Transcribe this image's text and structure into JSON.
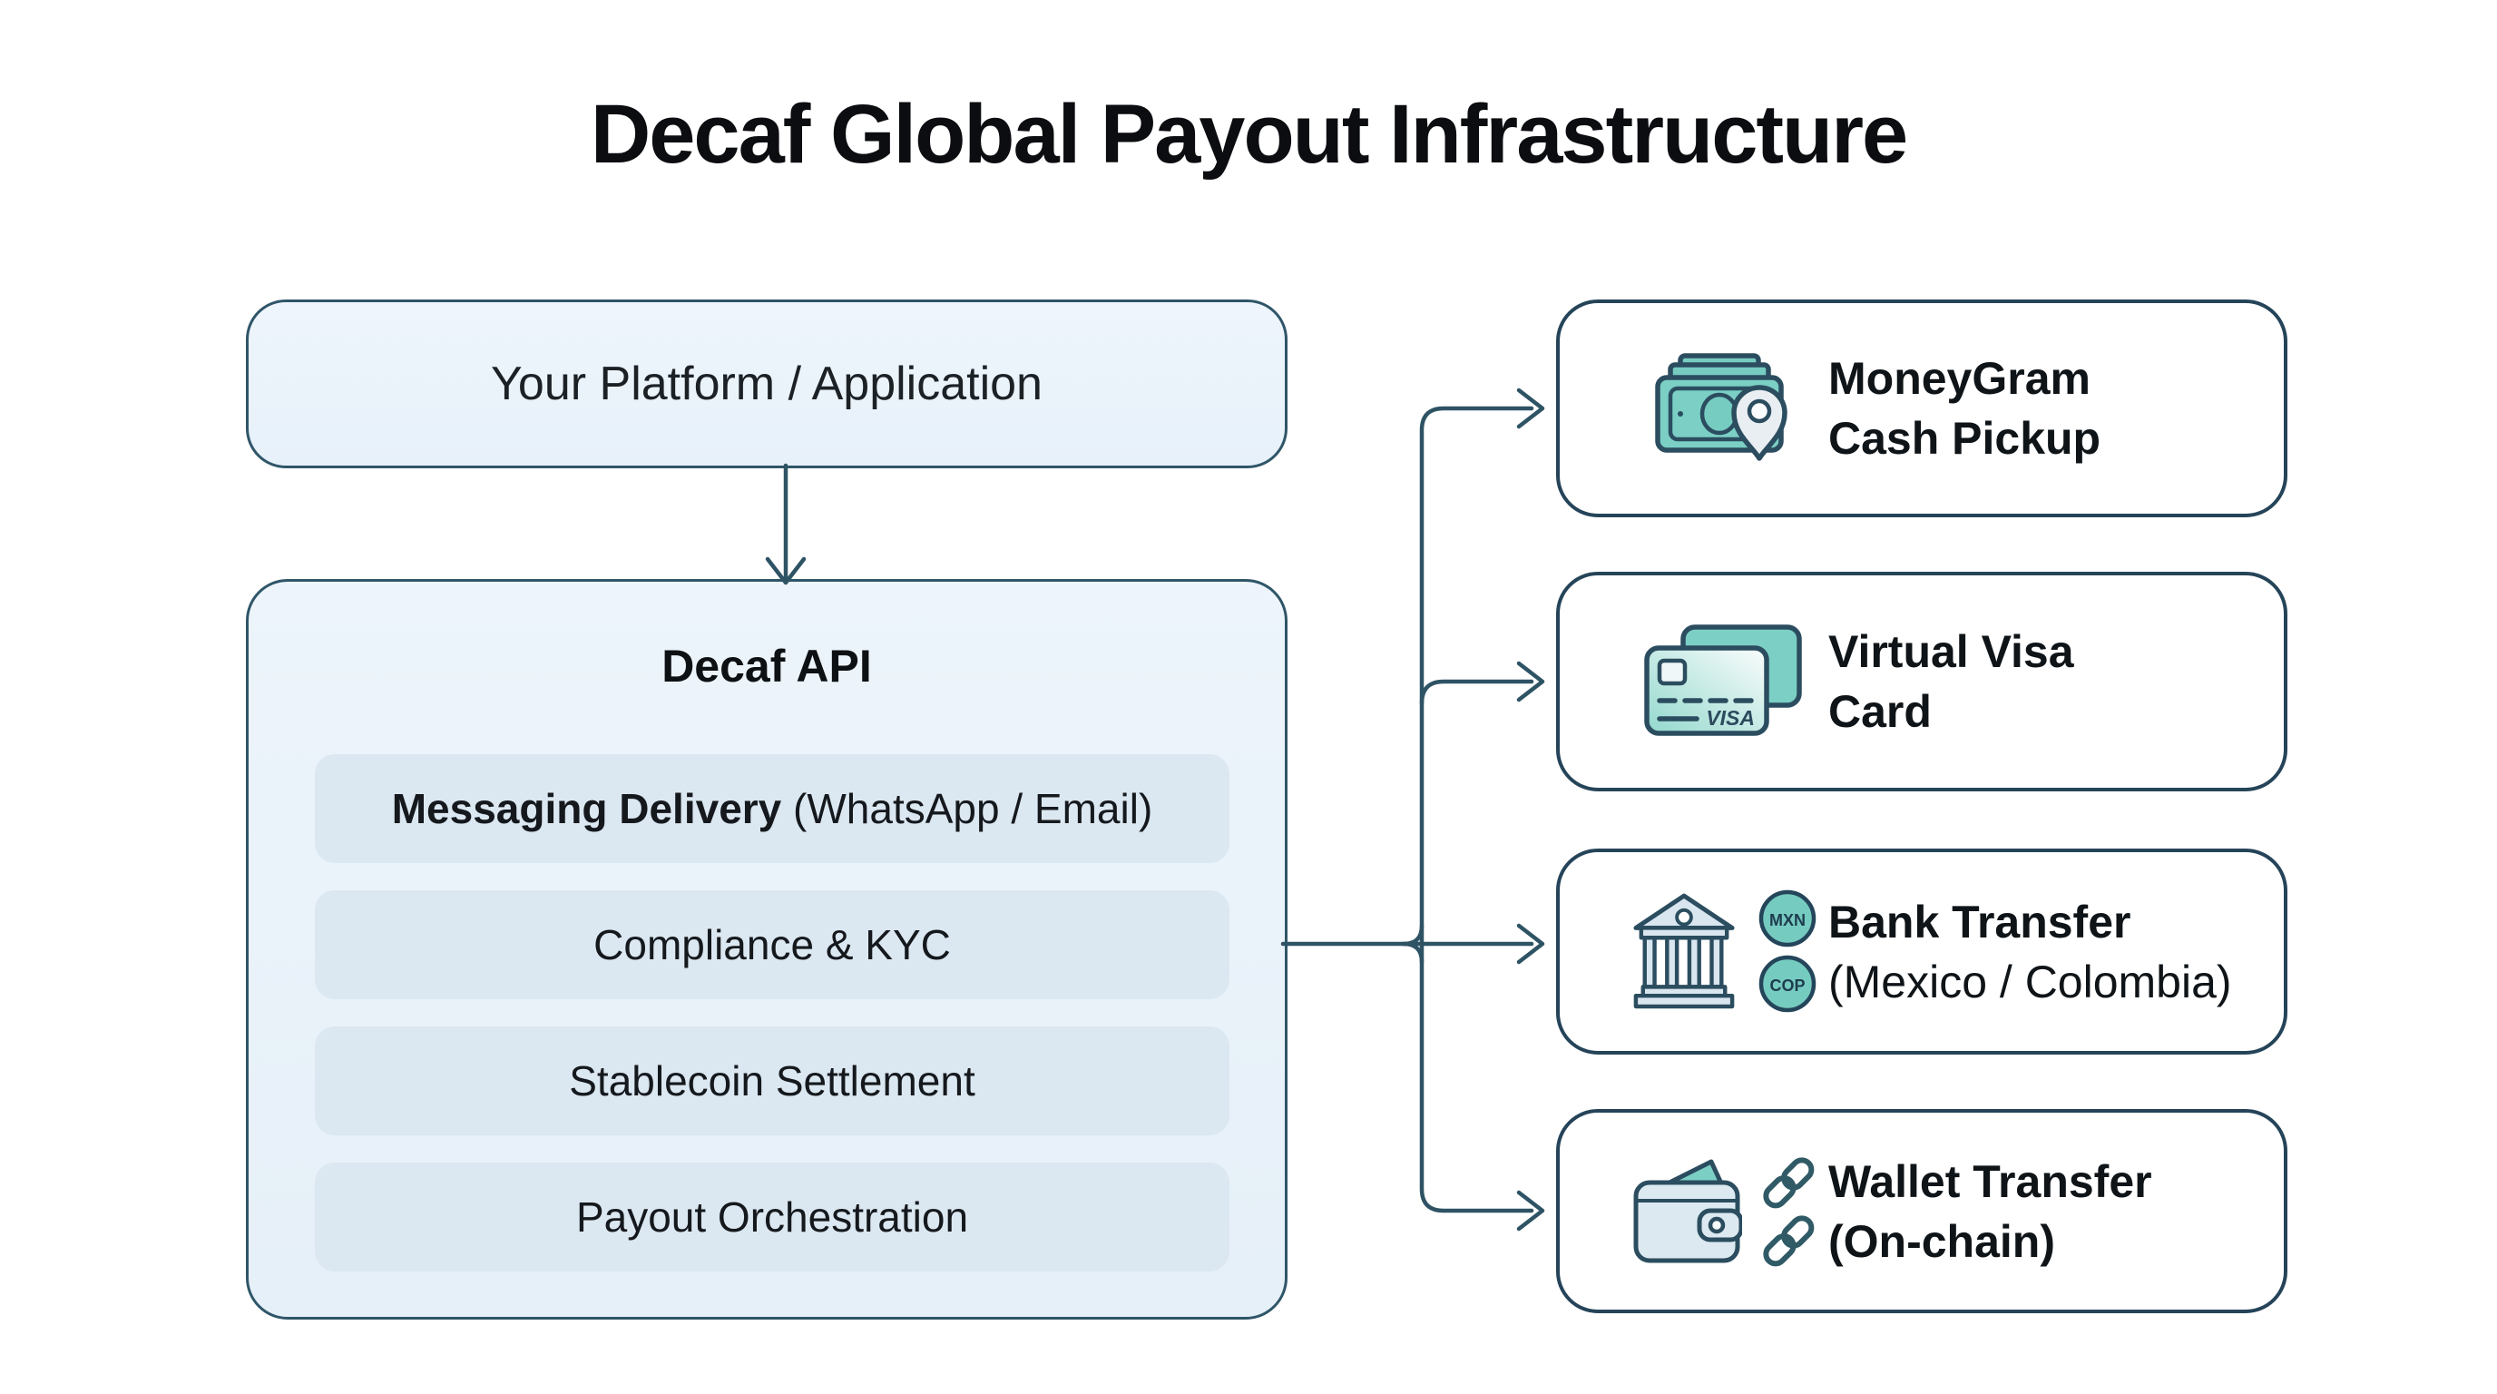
{
  "title": "Decaf Global Payout Infrastructure",
  "platform": {
    "label": "Your Platform / Application"
  },
  "api": {
    "title": "Decaf API",
    "modules": [
      {
        "main": "Messaging Delivery",
        "suffix": " (WhatsApp / Email)"
      },
      {
        "main": "Compliance & KYC",
        "suffix": ""
      },
      {
        "main": "Stablecoin Settlement",
        "suffix": ""
      },
      {
        "main": "Payout Orchestration",
        "suffix": ""
      }
    ]
  },
  "channels": [
    {
      "line1": "MoneyGram",
      "line2": "Cash Pickup",
      "icon": "cash-bills-location-pin"
    },
    {
      "line1": "Virtual Visa",
      "line2": "Card",
      "icon": "credit-cards",
      "card_brand": "VISA"
    },
    {
      "line1": "Bank Transfer",
      "line2": "(Mexico / Colombia)",
      "icon": "bank-building-with-coins",
      "coins": [
        "MXN",
        "COP"
      ]
    },
    {
      "line1": "Wallet Transfer",
      "line2": "(On-chain)",
      "icon": "wallet-with-chain-links"
    }
  ],
  "colors": {
    "accent_teal": "#77CCC2",
    "icon_outline": "#2B4D5F",
    "connector_line": "#2E5364",
    "left_box_fill": "#EAF3FA",
    "left_box_border": "#2F5568",
    "module_fill": "#DBE7F1",
    "card_border": "#254459",
    "card_fill": "#FFFFFF",
    "text_dark": "#101418"
  }
}
